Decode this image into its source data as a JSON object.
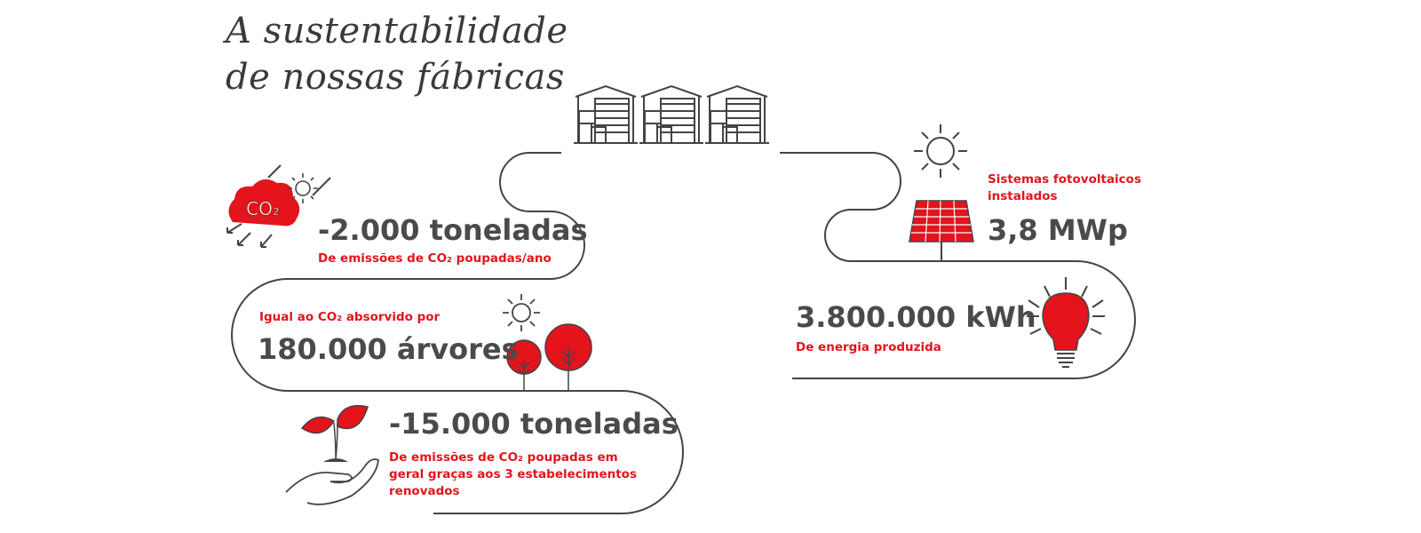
{
  "title": {
    "line1": "A sustentabilidade",
    "line2": "de nossas fábricas"
  },
  "stats": {
    "co2_year": {
      "value": "-2.000 toneladas",
      "caption": "De emissões de CO₂ poupadas/ano"
    },
    "trees": {
      "caption": "Igual ao CO₂ absorvido por",
      "value": "180.000 árvores"
    },
    "co2_total": {
      "value": "-15.000 toneladas",
      "caption": "De emissões de CO₂ poupadas em geral graças aos 3 estabelecimentos renovados"
    },
    "solar": {
      "caption": "Sistemas fotovoltaicos instalados",
      "value": "3,8 MWp"
    },
    "energy": {
      "value": "3.800.000 kWh",
      "caption": "De energia produzida"
    }
  },
  "icons": {
    "co2_cloud_label": "CO₂",
    "factory": "factory-icon",
    "co2_cloud": "co2-cloud-icon",
    "sun": "sun-icon",
    "tree": "tree-icon",
    "plant_hand": "plant-in-hand-icon",
    "solar_panel": "solar-panel-icon",
    "light_bulb": "light-bulb-icon"
  },
  "colors": {
    "accent": "#e3141c",
    "text": "#4a4a4a",
    "line": "#444444"
  }
}
